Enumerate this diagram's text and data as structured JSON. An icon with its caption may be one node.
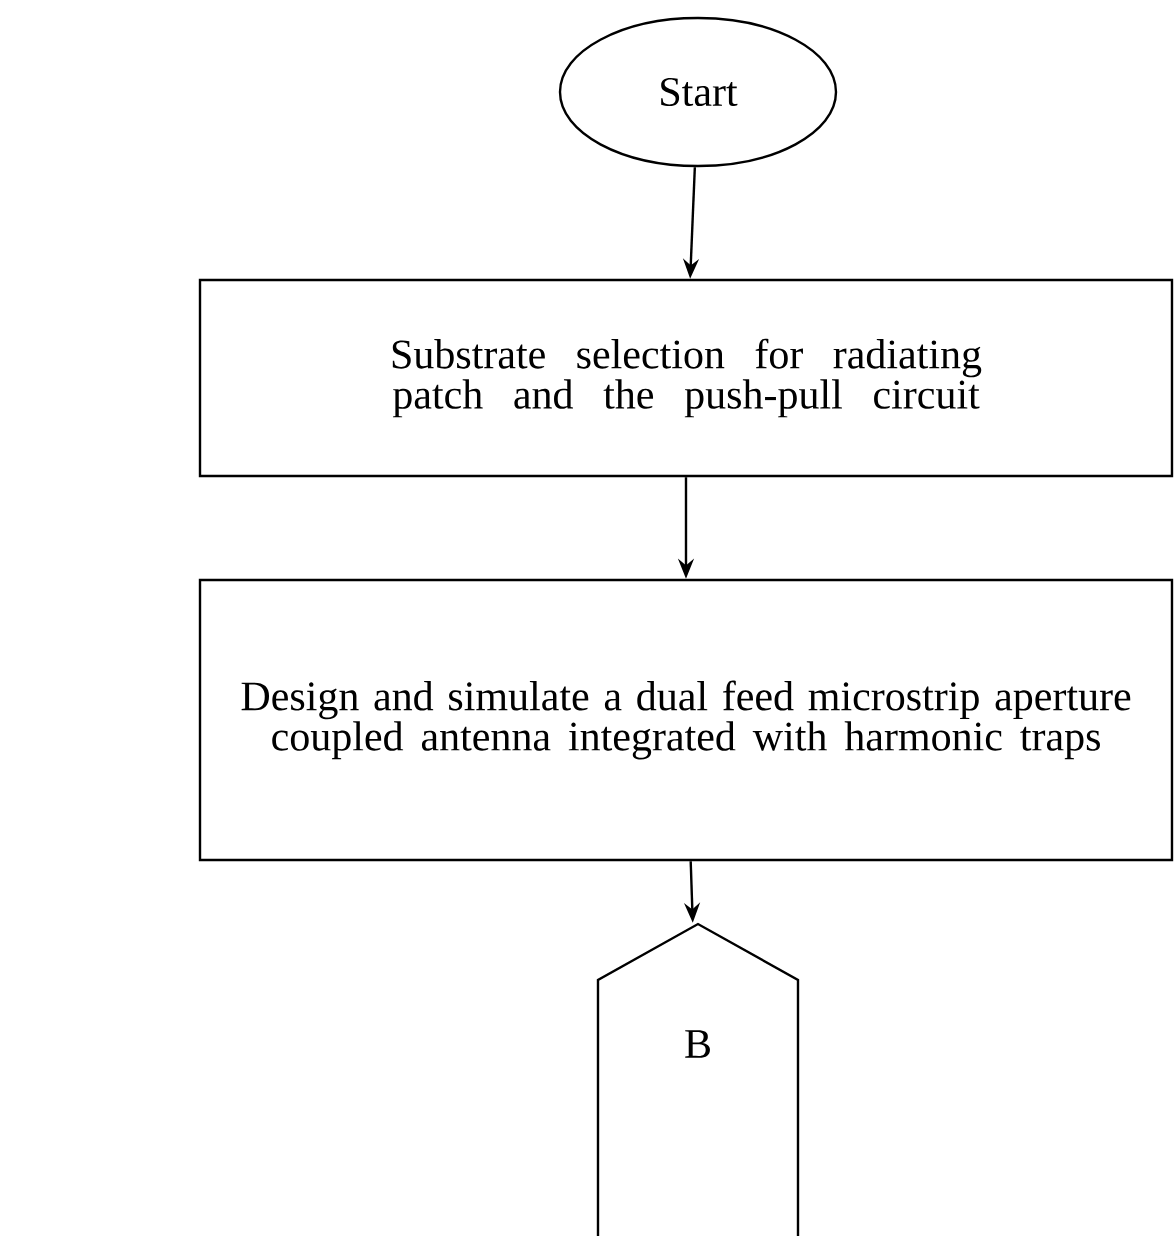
{
  "diagram": {
    "nodes": [
      {
        "text": [
          "Start"
        ]
      },
      {
        "text": [
          "Substrate selection for radiating patch and the push-pull circuit"
        ]
      },
      {
        "text": [
          "Design and simulate a dual feed microstrip aperture coupled antenna integrated with harmonic traps"
        ]
      },
      {
        "text": [
          "B"
        ]
      }
    ],
    "edges": [
      {
        "from": 0,
        "to": 1,
        "arrow": "to"
      },
      {
        "from": 1,
        "to": 2,
        "arrow": "to"
      },
      {
        "from": 2,
        "to": 3,
        "arrow": "to"
      }
    ]
  }
}
